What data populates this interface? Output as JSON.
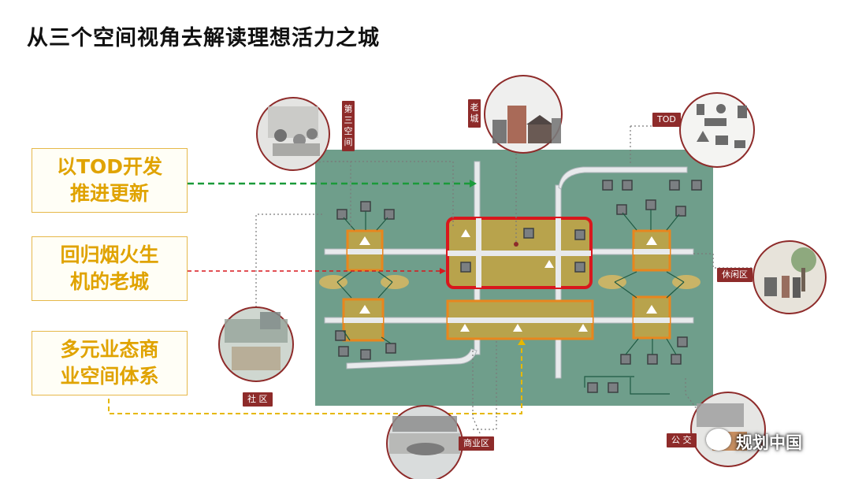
{
  "title": "从三个空间视角去解读理想活力之城",
  "callouts": [
    {
      "line1": "以TOD开发",
      "line2": "推进更新"
    },
    {
      "line1": "回归烟火生",
      "line2": "机的老城"
    },
    {
      "line1": "多元业态商",
      "line2": "业空间体系"
    }
  ],
  "tags": {
    "third_space": "第三空间",
    "old_city": "老城",
    "tod": "TOD",
    "leisure": "休闲区",
    "community": "社 区",
    "commercial": "商业区",
    "transit": "公 交"
  },
  "watermark": "规划中国",
  "colors": {
    "map_bg": "#6f9e8b",
    "highlight": "#e8861e",
    "old_city": "#d8171d",
    "callout_text": "#e0a300",
    "tag_bg": "#8e2b2a"
  }
}
